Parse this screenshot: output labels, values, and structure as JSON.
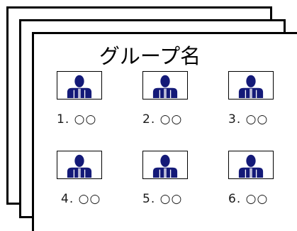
{
  "group": {
    "title": "グループ名",
    "members": [
      {
        "label": "1. ○○",
        "icon": "person-icon"
      },
      {
        "label": "2. ○○",
        "icon": "person-icon"
      },
      {
        "label": "3. ○○",
        "icon": "person-icon"
      },
      {
        "label": "4. ○○",
        "icon": "person-icon"
      },
      {
        "label": "5. ○○",
        "icon": "person-icon"
      },
      {
        "label": "6. ○○",
        "icon": "person-icon"
      }
    ]
  },
  "colors": {
    "person": "#141a78",
    "outline": "#000000",
    "background": "#ffffff"
  }
}
